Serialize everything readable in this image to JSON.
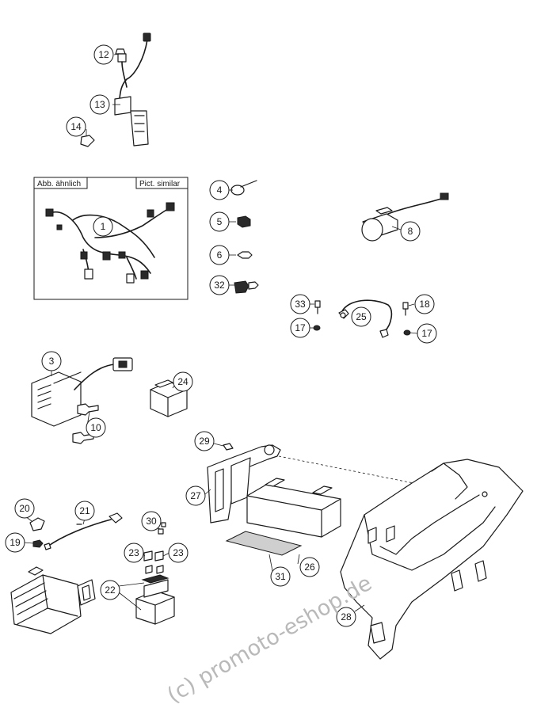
{
  "diagram": {
    "box_labels": {
      "left": "Abb. ähnlich",
      "right": "Pict. similar"
    },
    "watermark": "(c) promoto-eshop.de",
    "callouts": {
      "c1": "1",
      "c3": "3",
      "c4": "4",
      "c5": "5",
      "c6": "6",
      "c8": "8",
      "c10": "10",
      "c12": "12",
      "c13": "13",
      "c14": "14",
      "c17a": "17",
      "c17b": "17",
      "c18": "18",
      "c19": "19",
      "c20": "20",
      "c21": "21",
      "c22": "22",
      "c23a": "23",
      "c23b": "23",
      "c24": "24",
      "c25": "25",
      "c26": "26",
      "c27": "27",
      "c28": "28",
      "c29": "29",
      "c30": "30",
      "c31": "31",
      "c32": "32",
      "c33": "33"
    }
  }
}
